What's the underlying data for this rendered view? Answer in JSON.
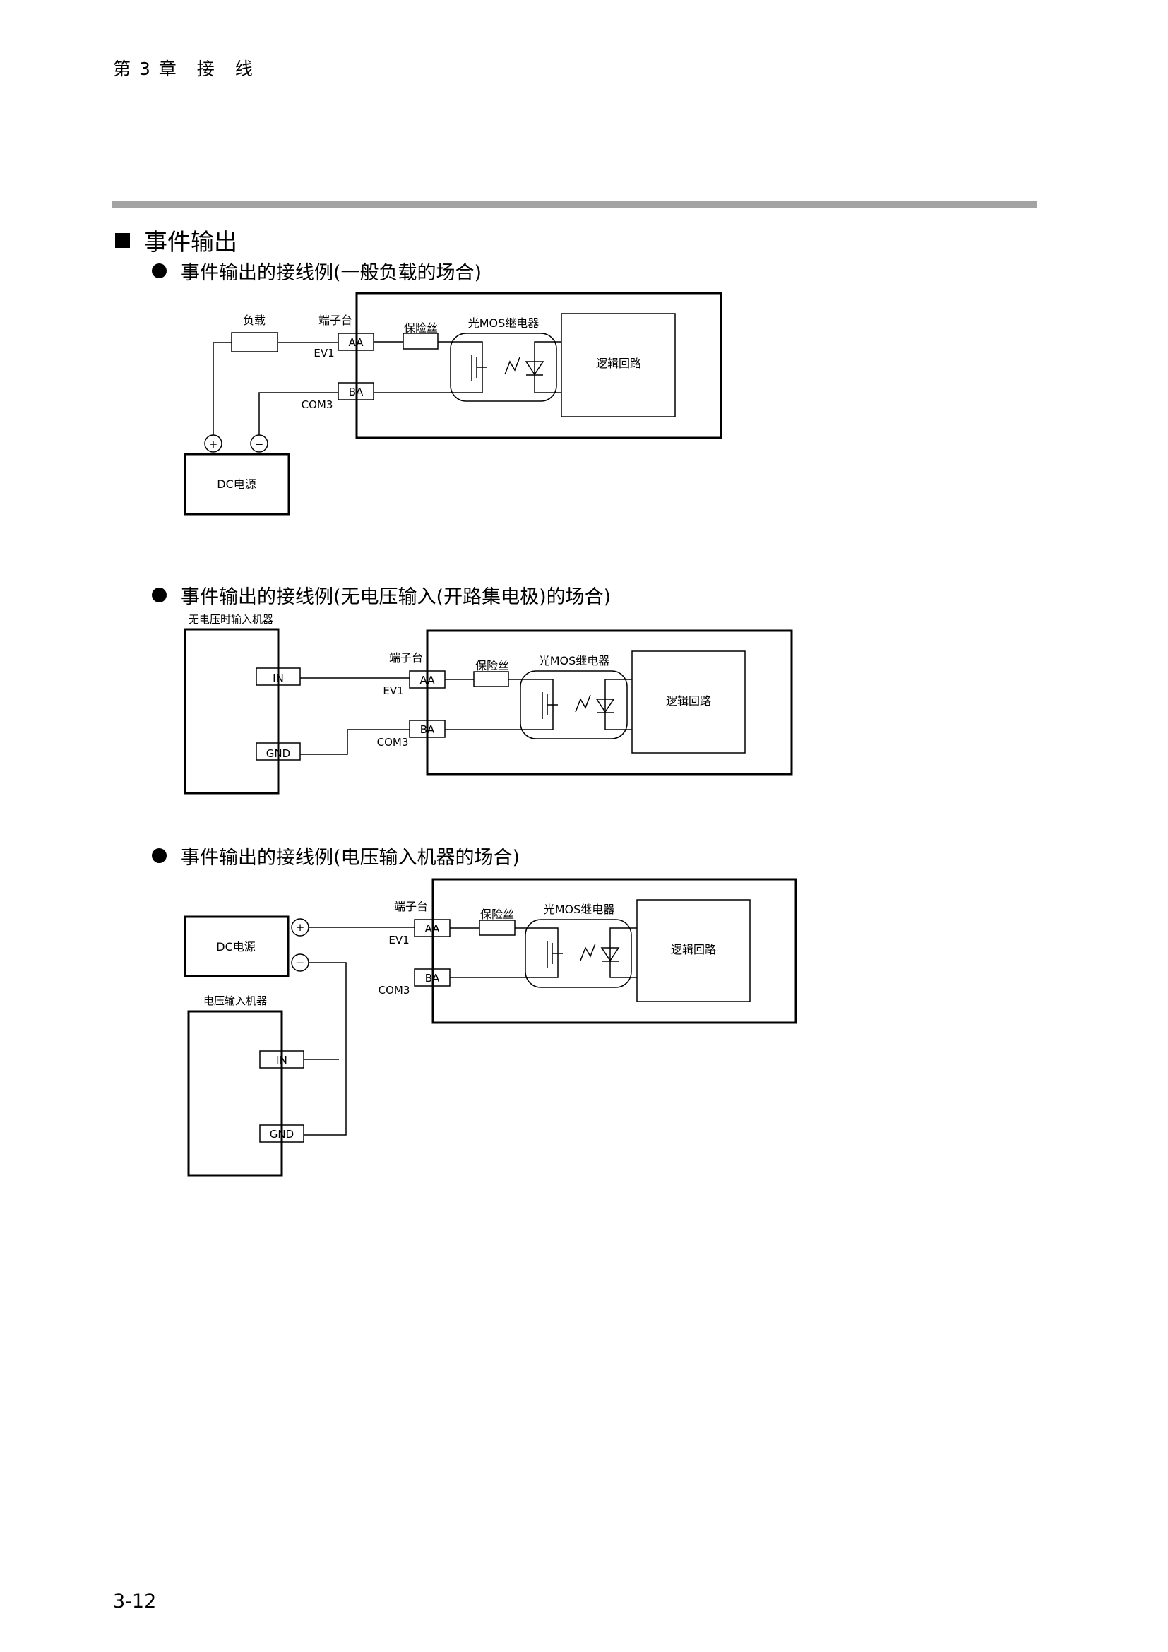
{
  "header": {
    "chapter": "第 3 章　接　线"
  },
  "section": {
    "title": "事件输出"
  },
  "examples": [
    {
      "title": "事件输出的接线例(一般负载的场合)",
      "labels": {
        "load": "负载",
        "terminal": "端子台",
        "fuse": "保险丝",
        "relay": "光MOS继电器",
        "aa": "AA",
        "ev1": "EV1",
        "ba": "BA",
        "com3": "COM3",
        "logic": "逻辑回路",
        "dc": "DC电源",
        "plus": "+",
        "minus": "−"
      }
    },
    {
      "title": "事件输出的接线例(无电压输入(开路集电极)的场合)",
      "labels": {
        "device": "无电压时输入机器",
        "in": "IN",
        "gnd": "GND",
        "terminal": "端子台",
        "fuse": "保险丝",
        "relay": "光MOS继电器",
        "aa": "AA",
        "ev1": "EV1",
        "ba": "BA",
        "com3": "COM3",
        "logic": "逻辑回路"
      }
    },
    {
      "title": "事件输出的接线例(电压输入机器的场合)",
      "labels": {
        "dc": "DC电源",
        "plus": "+",
        "minus": "−",
        "device": "电压输入机器",
        "in": "IN",
        "gnd": "GND",
        "terminal": "端子台",
        "fuse": "保险丝",
        "relay": "光MOS继电器",
        "aa": "AA",
        "ev1": "EV1",
        "ba": "BA",
        "com3": "COM3",
        "logic": "逻辑回路"
      }
    }
  ],
  "footer": {
    "page_number": "3-12"
  }
}
